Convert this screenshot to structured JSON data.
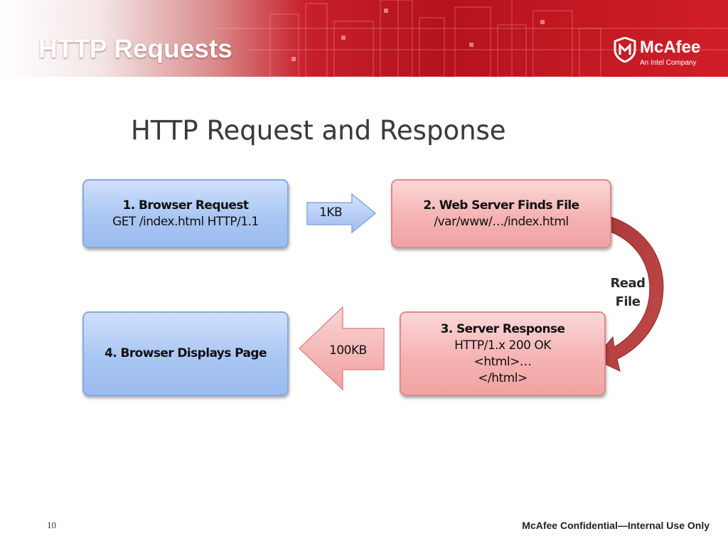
{
  "header": {
    "title": "HTTP Requests",
    "logo": {
      "name": "McAfee",
      "tagline": "An Intel Company",
      "icon": "mcafee-shield-icon"
    },
    "colors": {
      "banner": "#c8202a",
      "title_text": "#ffffff"
    }
  },
  "diagram": {
    "title": "HTTP Request and Response",
    "steps": [
      {
        "title": "1. Browser Request",
        "detail": "GET /index.html HTTP/1.1",
        "color": "#a9c6f3"
      },
      {
        "title": "2. Web Server Finds File",
        "detail": "/var/www/…/index.html",
        "color": "#f5b3b3"
      },
      {
        "title": "3. Server Response",
        "detail": "HTTP/1.x 200 OK\n<html>…\n</html>",
        "color": "#f5b3b3"
      },
      {
        "title": "4. Browser Displays Page",
        "detail": "",
        "color": "#a9c6f3"
      }
    ],
    "arrows": {
      "request_size": "1KB",
      "response_size": "100KB",
      "read_file": "Read File"
    }
  },
  "footer": {
    "page_number": "10",
    "confidential": "McAfee Confidential—Internal Use Only"
  }
}
